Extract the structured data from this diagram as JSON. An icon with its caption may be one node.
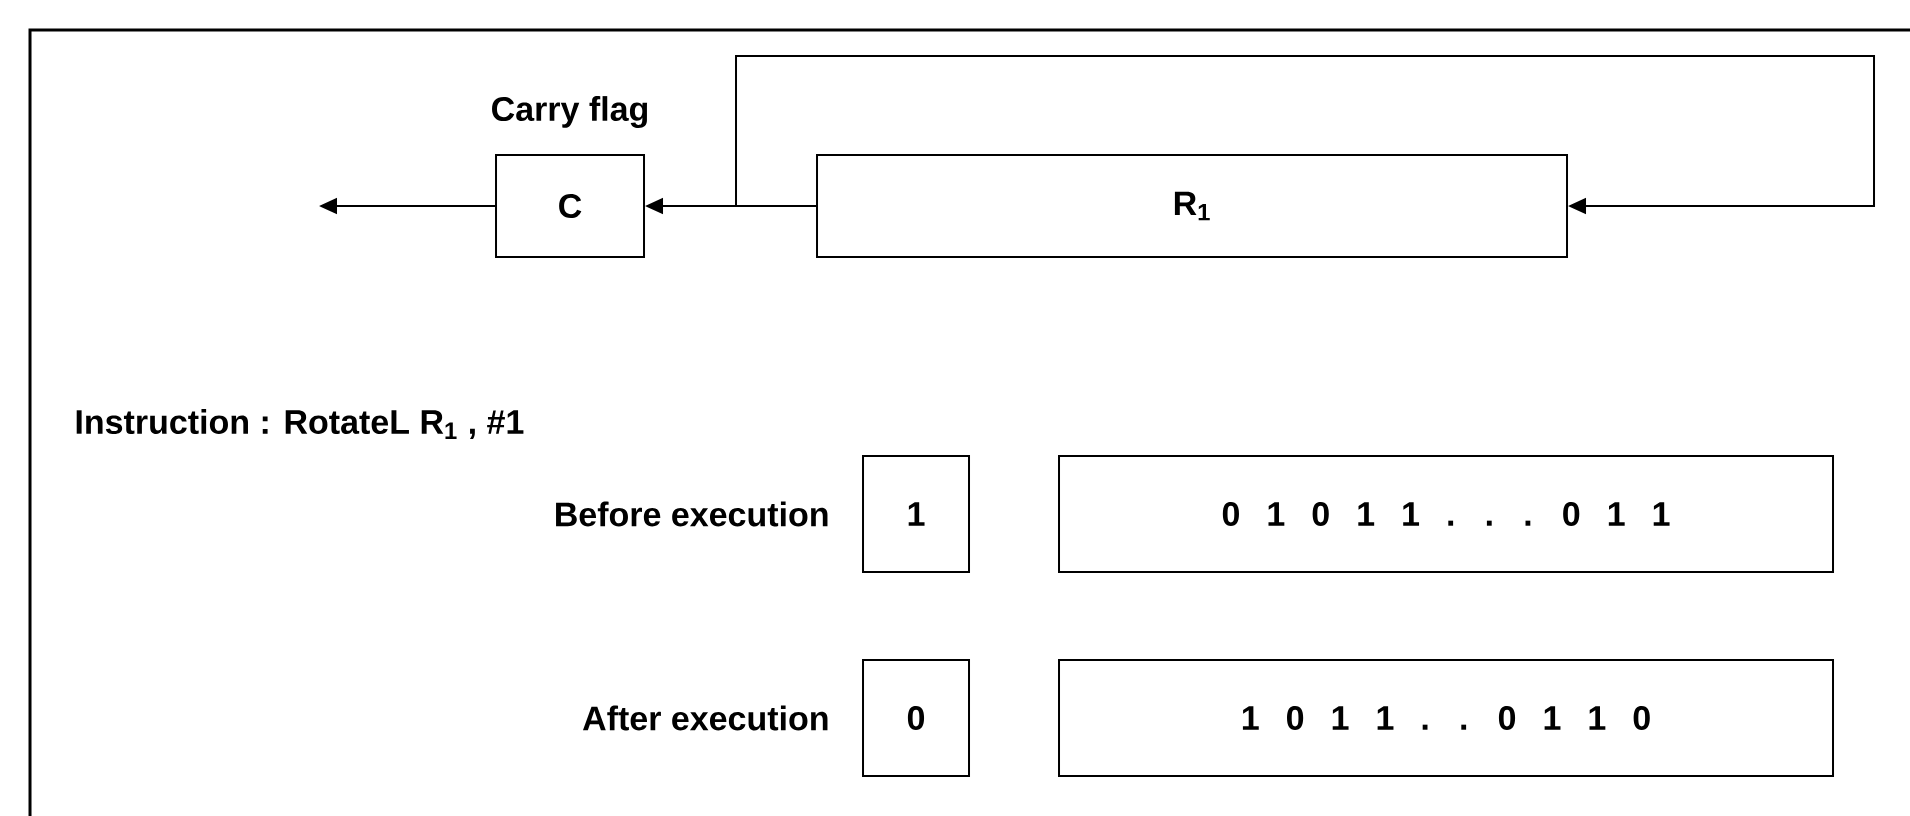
{
  "diagram": {
    "nodes": [
      {
        "text": [
          "Carry flag",
          "C"
        ]
      },
      {
        "text": [
          "R$_{1}$"
        ]
      },
      {
        "text": [
          "1"
        ]
      },
      {
        "text": [
          "0 1 0 1 1 . . . 0 1 1"
        ]
      },
      {
        "text": [
          "0"
        ]
      },
      {
        "text": [
          "1 0 1 1 . . 0 1 1 0"
        ]
      }
    ],
    "edges": [
      {
        "from": 0,
        "to": null,
        "arrow": "to"
      },
      {
        "from": 1,
        "to": 0,
        "arrow": "to"
      },
      {
        "from": 1,
        "to": 1,
        "arrow": "to"
      }
    ],
    "labels": [
      "Instruction : RotateL R$_{1}$ , #1",
      "Before execution",
      "After execution"
    ]
  }
}
